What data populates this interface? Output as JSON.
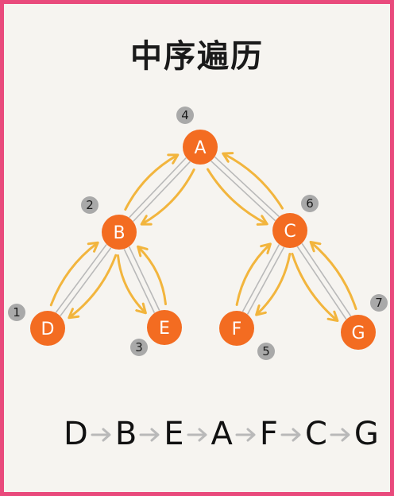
{
  "title": "中序遍历",
  "colors": {
    "frame": "#e94a7c",
    "node": "#f36c21",
    "arrow": "#f2b53d",
    "edge": "#b9b9b9",
    "badge": "#a9a9a9"
  },
  "nodes": [
    {
      "id": "A",
      "label": "A",
      "order": "4"
    },
    {
      "id": "B",
      "label": "B",
      "order": "2"
    },
    {
      "id": "C",
      "label": "C",
      "order": "6"
    },
    {
      "id": "D",
      "label": "D",
      "order": "1"
    },
    {
      "id": "E",
      "label": "E",
      "order": "3"
    },
    {
      "id": "F",
      "label": "F",
      "order": "5"
    },
    {
      "id": "G",
      "label": "G",
      "order": "7"
    }
  ],
  "edges": [
    [
      "A",
      "B"
    ],
    [
      "A",
      "C"
    ],
    [
      "B",
      "D"
    ],
    [
      "B",
      "E"
    ],
    [
      "C",
      "F"
    ],
    [
      "C",
      "G"
    ]
  ],
  "sequence": [
    "D",
    "B",
    "E",
    "A",
    "F",
    "C",
    "G"
  ]
}
